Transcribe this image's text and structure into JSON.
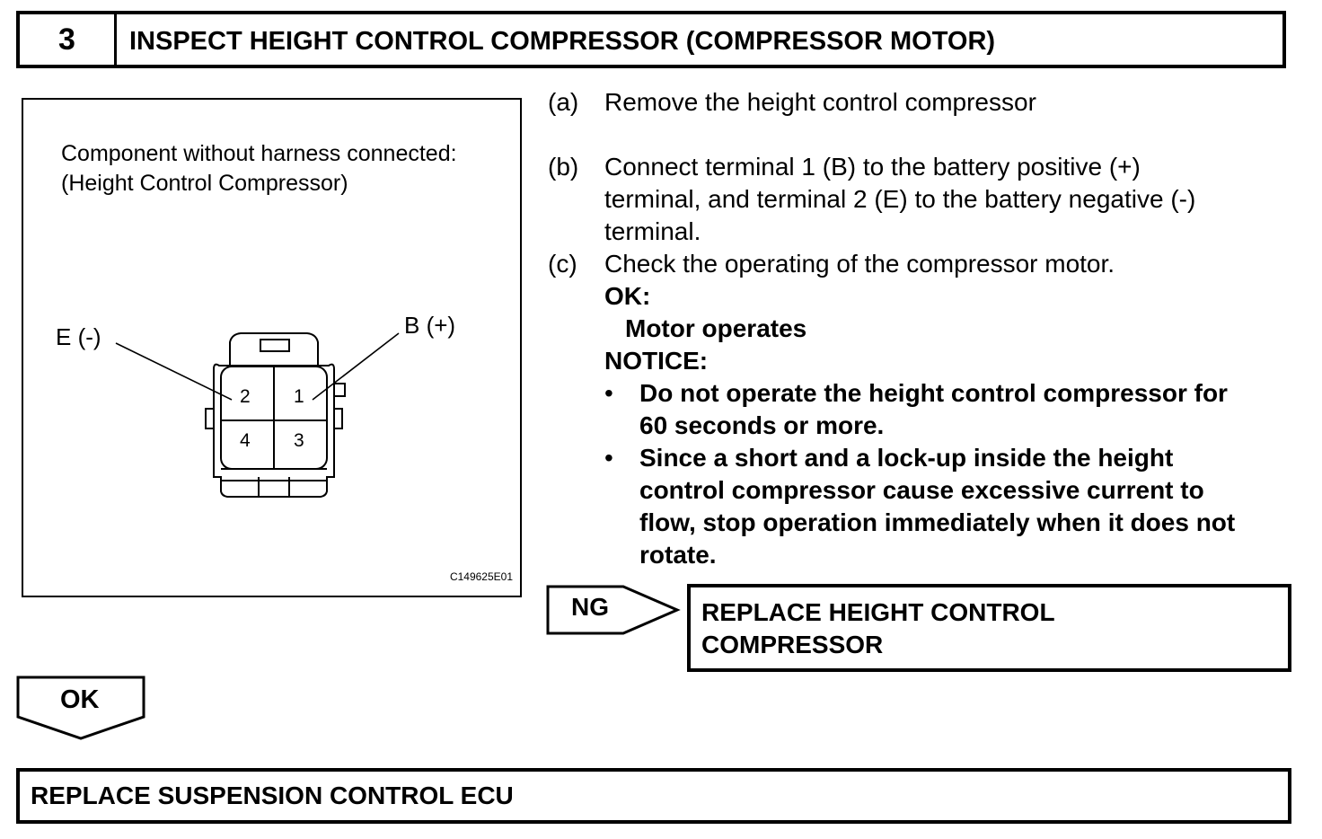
{
  "step": {
    "number": "3",
    "title": "INSPECT HEIGHT CONTROL COMPRESSOR (COMPRESSOR MOTOR)"
  },
  "illustration": {
    "caption_line1": "Component without harness connected:",
    "caption_line2": "(Height Control Compressor)",
    "label_negative": "E (-)",
    "label_positive": "B (+)",
    "pins": [
      "2",
      "1",
      "4",
      "3"
    ],
    "figure_code": "C149625E01"
  },
  "instructions": {
    "a_letter": "(a)",
    "a_text": "Remove the height control compressor",
    "b_letter": "(b)",
    "b_line1": "Connect terminal 1 (B) to the battery positive (+)",
    "b_line2": "terminal, and terminal 2 (E) to the battery negative (-)",
    "b_line3": "terminal.",
    "c_letter": "(c)",
    "c_text": "Check the operating of the compressor motor.",
    "ok_heading": "OK:",
    "ok_value": "Motor operates",
    "notice_heading": "NOTICE:",
    "bullet_symbol": "•",
    "notice_1_line1": "Do not operate the height control compressor for",
    "notice_1_line2": "60 seconds or more.",
    "notice_2_line1": "Since a short and a lock-up inside the height",
    "notice_2_line2": "control compressor cause excessive current to",
    "notice_2_line3": "flow, stop operation immediately when it does not",
    "notice_2_line4": "rotate."
  },
  "ng_branch": {
    "label": "NG",
    "result_line1": "REPLACE HEIGHT CONTROL",
    "result_line2": "COMPRESSOR"
  },
  "ok_branch": {
    "label": "OK",
    "result": "REPLACE SUSPENSION CONTROL ECU"
  }
}
